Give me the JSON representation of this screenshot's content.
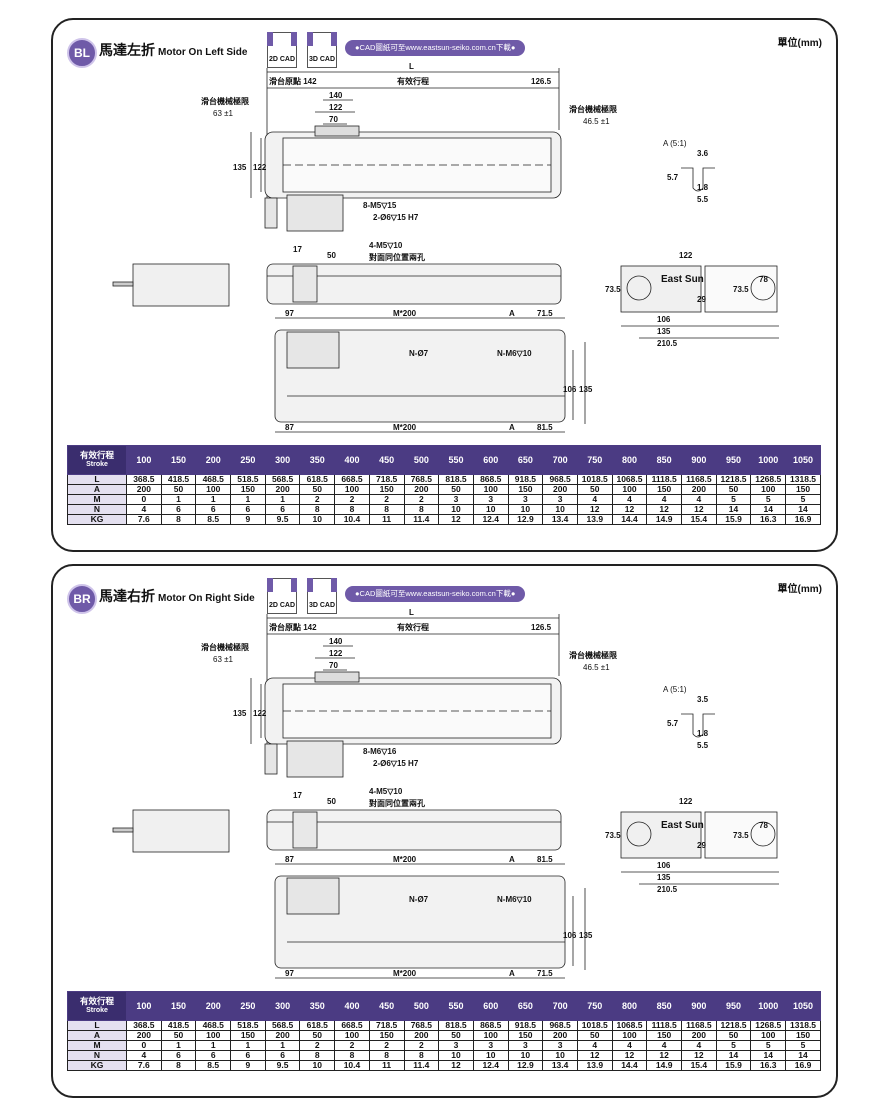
{
  "units": "單位(mm)",
  "cad_2d": "2D CAD",
  "cad_3d": "3D CAD",
  "cad_link": "●CAD圖紙可至www.eastsun-seiko.com.cn下載●",
  "panels": [
    {
      "badge": "BL",
      "title": "馬達左折",
      "title_en": "Motor On Left Side",
      "labels": {
        "L": "L",
        "origin": "滑台原點 142",
        "effective": "有效行程",
        "d126": "126.5",
        "left_limit": "滑台機械極限",
        "left_limit_val": "63 ±1",
        "right_limit": "滑台機械極限",
        "right_limit_val": "46.5 ±1",
        "d140": "140",
        "d122": "122",
        "d70": "70",
        "h135": "135",
        "h122": "122",
        "m5": "8-M5▽15",
        "pin": "2-Ø6▽15 H7",
        "detail": "A (5:1)",
        "d36": "3.6",
        "d57": "5.7",
        "d18": "1.8",
        "d55": "5.5",
        "d17": "17",
        "d50": "50",
        "m5b": "4-M5▽10",
        "opp": "對面同位置兩孔",
        "end122": "122",
        "brand": "East Sun",
        "e735": "73.5",
        "e29": "29",
        "e735b": "73.5",
        "e78": "78",
        "e106": "106",
        "e135": "135",
        "e2105": "210.5",
        "b97": "97",
        "bm200": "M*200",
        "bA": "A",
        "b715": "71.5",
        "bN7": "N-Ø7",
        "bNM6": "N-M6▽10",
        "b106": "106",
        "b135": "135",
        "b87": "87",
        "bm200b": "M*200",
        "bAb": "A",
        "b815": "81.5"
      }
    },
    {
      "badge": "BR",
      "title": "馬達右折",
      "title_en": "Motor On Right Side",
      "labels": {
        "L": "L",
        "origin": "滑台原點 142",
        "effective": "有效行程",
        "d126": "126.5",
        "left_limit": "滑台機械極限",
        "left_limit_val": "63 ±1",
        "right_limit": "滑台機械極限",
        "right_limit_val": "46.5 ±1",
        "d140": "140",
        "d122": "122",
        "d70": "70",
        "h135": "135",
        "h122": "122",
        "m5": "8-M6▽16",
        "pin": "2-Ø6▽15 H7",
        "detail": "A (5:1)",
        "d36": "3.5",
        "d57": "5.7",
        "d18": "1.8",
        "d55": "5.5",
        "d17": "17",
        "d50": "50",
        "m5b": "4-M5▽10",
        "opp": "對面同位置兩孔",
        "end122": "122",
        "brand": "East Sun",
        "e735": "73.5",
        "e29": "29",
        "e735b": "73.5",
        "e78": "78",
        "e106": "106",
        "e135": "135",
        "e2105": "210.5",
        "b97": "87",
        "bm200": "M*200",
        "bA": "A",
        "b715": "81.5",
        "bN7": "N-Ø7",
        "bNM6": "N-M6▽10",
        "b106": "106",
        "b135": "135",
        "b87": "97",
        "bm200b": "M*200",
        "bAb": "A",
        "b815": "71.5"
      }
    }
  ],
  "table": {
    "header_label": "有效行程",
    "header_label_en": "Stroke",
    "strokes": [
      "100",
      "150",
      "200",
      "250",
      "300",
      "350",
      "400",
      "450",
      "500",
      "550",
      "600",
      "650",
      "700",
      "750",
      "800",
      "850",
      "900",
      "950",
      "1000",
      "1050"
    ],
    "rows": [
      {
        "label": "L",
        "values": [
          "368.5",
          "418.5",
          "468.5",
          "518.5",
          "568.5",
          "618.5",
          "668.5",
          "718.5",
          "768.5",
          "818.5",
          "868.5",
          "918.5",
          "968.5",
          "1018.5",
          "1068.5",
          "1118.5",
          "1168.5",
          "1218.5",
          "1268.5",
          "1318.5"
        ]
      },
      {
        "label": "A",
        "values": [
          "200",
          "50",
          "100",
          "150",
          "200",
          "50",
          "100",
          "150",
          "200",
          "50",
          "100",
          "150",
          "200",
          "50",
          "100",
          "150",
          "200",
          "50",
          "100",
          "150"
        ]
      },
      {
        "label": "M",
        "values": [
          "0",
          "1",
          "1",
          "1",
          "1",
          "2",
          "2",
          "2",
          "2",
          "3",
          "3",
          "3",
          "3",
          "4",
          "4",
          "4",
          "4",
          "5",
          "5",
          "5"
        ]
      },
      {
        "label": "N",
        "values": [
          "4",
          "6",
          "6",
          "6",
          "6",
          "8",
          "8",
          "8",
          "8",
          "10",
          "10",
          "10",
          "10",
          "12",
          "12",
          "12",
          "12",
          "14",
          "14",
          "14"
        ]
      },
      {
        "label": "KG",
        "values": [
          "7.6",
          "8",
          "8.5",
          "9",
          "9.5",
          "10",
          "10.4",
          "11",
          "11.4",
          "12",
          "12.4",
          "12.9",
          "13.4",
          "13.9",
          "14.4",
          "14.9",
          "15.4",
          "15.9",
          "16.3",
          "16.9"
        ]
      }
    ]
  }
}
